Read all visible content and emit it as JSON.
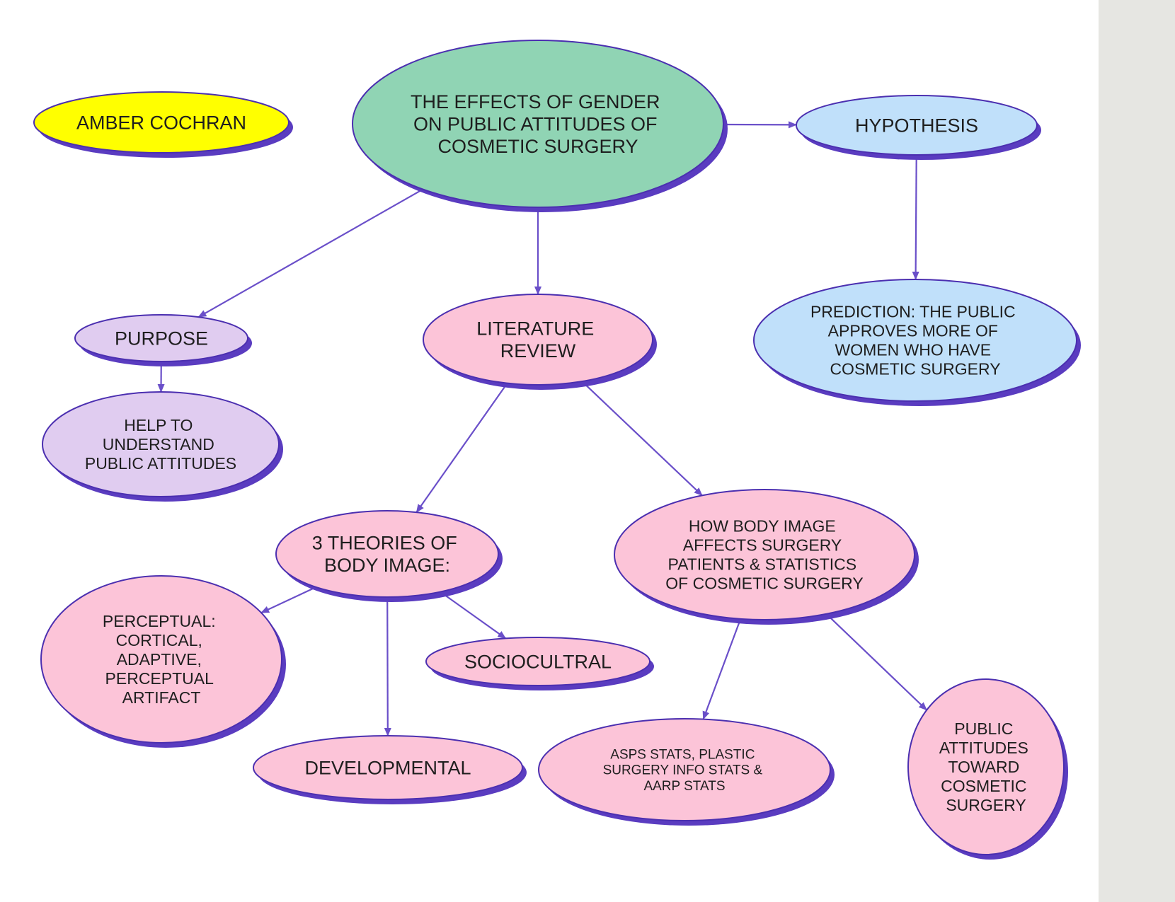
{
  "colors": {
    "outline": "#4b2fb0",
    "shadow": "#5a3cc0",
    "edge": "#6a4fc9",
    "yellow": "#ffff00",
    "green": "#90d4b4",
    "blue": "#c0e0fa",
    "lavender": "#e0ccf0",
    "pink": "#fcc4d8"
  },
  "nodes": {
    "author": {
      "lines": [
        "AMBER COCHRAN"
      ]
    },
    "title": {
      "lines": [
        "THE EFFECTS OF GENDER",
        "ON PUBLIC ATTITUDES OF",
        "COSMETIC SURGERY"
      ]
    },
    "hypothesis": {
      "lines": [
        "HYPOTHESIS"
      ]
    },
    "prediction": {
      "lines": [
        "PREDICTION:  THE PUBLIC",
        "APPROVES MORE OF",
        "WOMEN WHO HAVE",
        "COSMETIC SURGERY"
      ]
    },
    "purpose": {
      "lines": [
        "PURPOSE"
      ]
    },
    "help": {
      "lines": [
        "HELP TO",
        "UNDERSTAND",
        "PUBLIC ATTITUDES"
      ]
    },
    "literature": {
      "lines": [
        "LITERATURE",
        "REVIEW"
      ]
    },
    "theories": {
      "lines": [
        "3 THEORIES OF",
        "BODY IMAGE:"
      ]
    },
    "bodyimage": {
      "lines": [
        "HOW BODY IMAGE",
        "AFFECTS SURGERY",
        "PATIENTS & STATISTICS",
        "OF COSMETIC SURGERY"
      ]
    },
    "perceptual": {
      "lines": [
        "PERCEPTUAL:",
        "CORTICAL,",
        "ADAPTIVE,",
        "PERCEPTUAL",
        "ARTIFACT"
      ]
    },
    "sociocultural": {
      "lines": [
        "SOCIOCULTRAL"
      ]
    },
    "developmental": {
      "lines": [
        "DEVELOPMENTAL"
      ]
    },
    "stats": {
      "lines": [
        "ASPS STATS, PLASTIC",
        "SURGERY INFO STATS &",
        "AARP STATS"
      ]
    },
    "attitudes": {
      "lines": [
        "PUBLIC",
        "ATTITUDES",
        "TOWARD",
        "COSMETIC",
        "SURGERY"
      ]
    }
  },
  "edges": [
    {
      "from": "title",
      "to": "hypothesis"
    },
    {
      "from": "hypothesis",
      "to": "prediction"
    },
    {
      "from": "title",
      "to": "purpose"
    },
    {
      "from": "title",
      "to": "literature"
    },
    {
      "from": "purpose",
      "to": "help"
    },
    {
      "from": "literature",
      "to": "theories"
    },
    {
      "from": "literature",
      "to": "bodyimage"
    },
    {
      "from": "theories",
      "to": "perceptual"
    },
    {
      "from": "theories",
      "to": "developmental"
    },
    {
      "from": "theories",
      "to": "sociocultural"
    },
    {
      "from": "bodyimage",
      "to": "stats"
    },
    {
      "from": "bodyimage",
      "to": "attitudes"
    }
  ]
}
